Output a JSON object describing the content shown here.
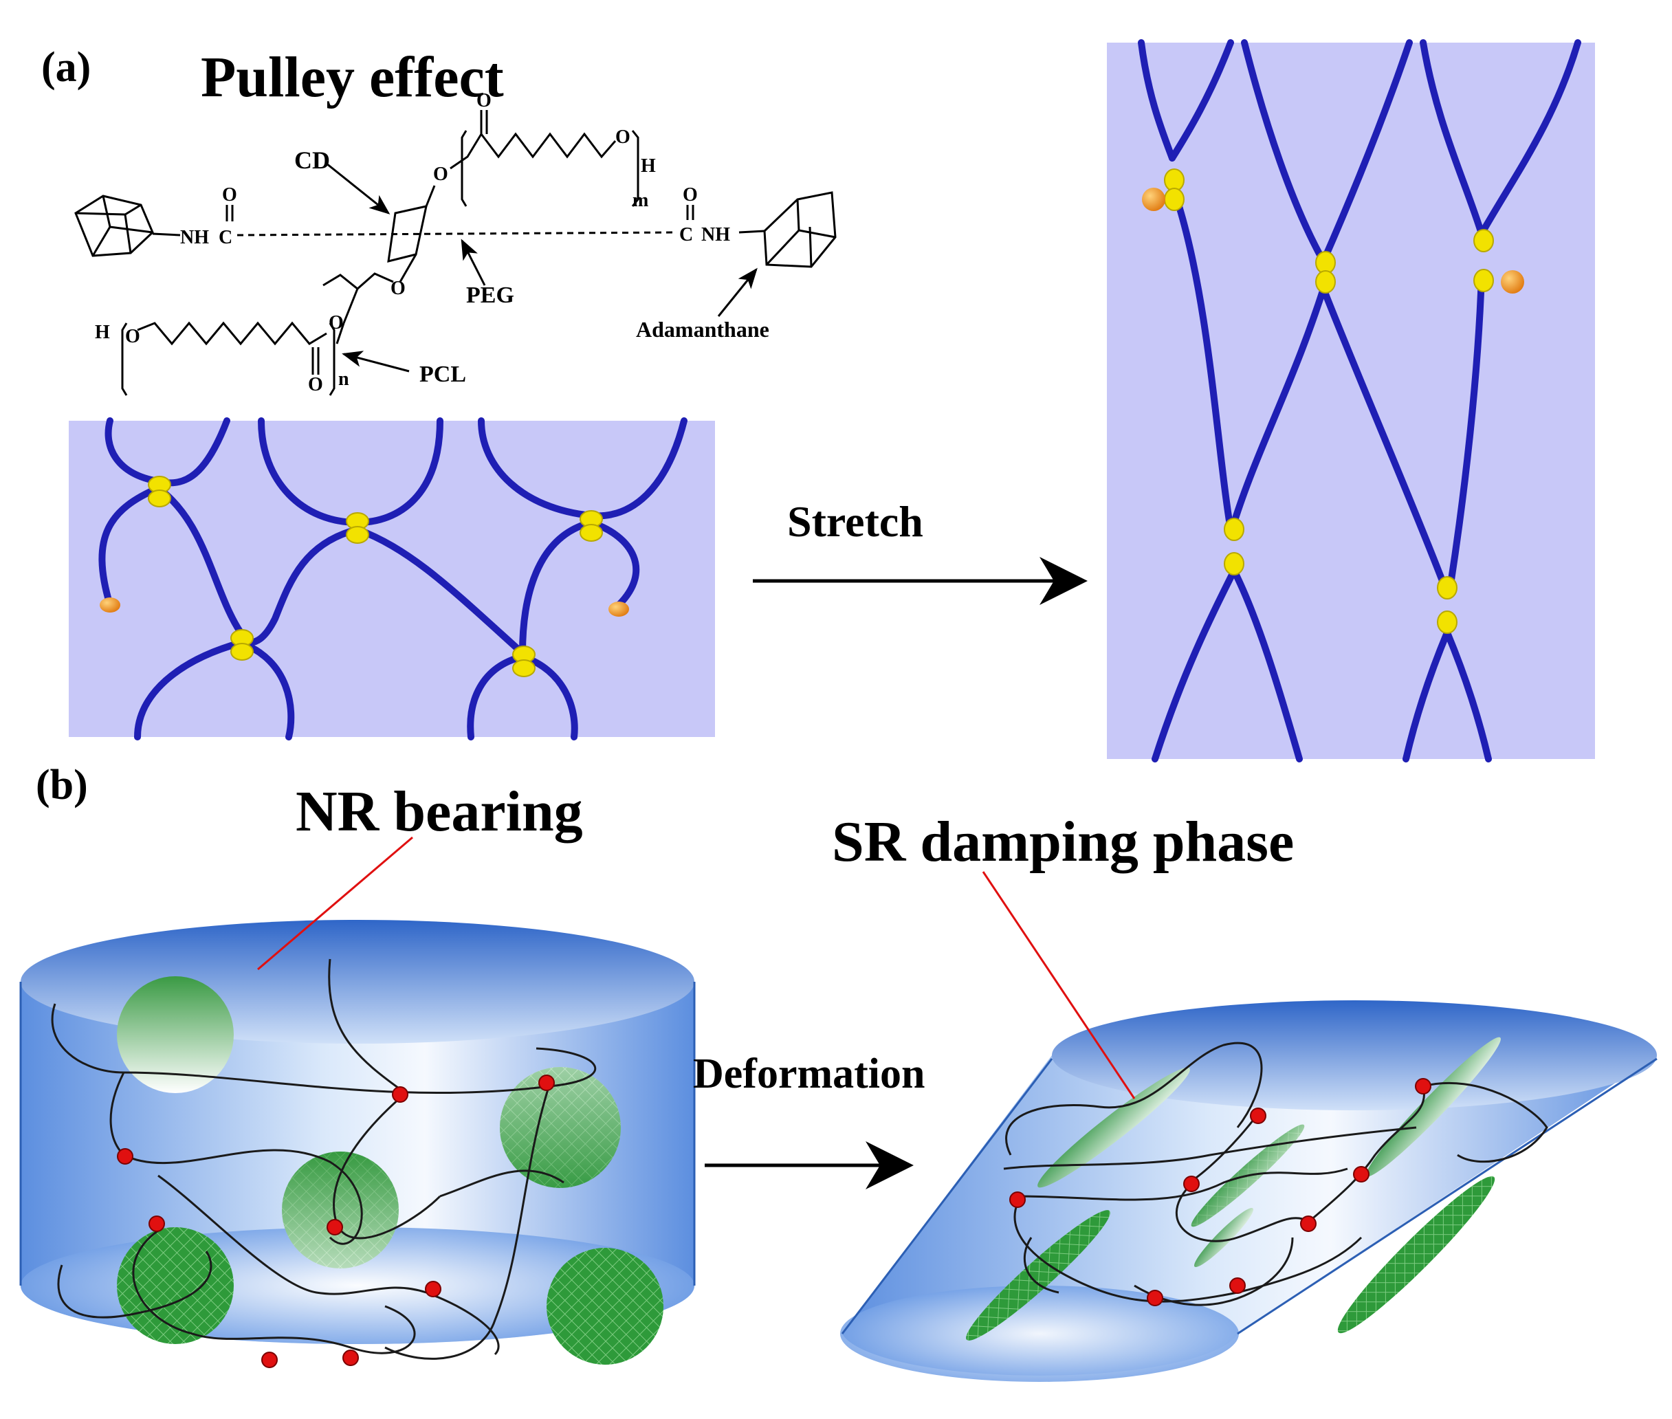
{
  "panel_a": {
    "label": "(a)",
    "title": "Pulley effect",
    "chem_labels": {
      "cd": "CD",
      "peg": "PEG",
      "pcl": "PCL",
      "adamanthane": "Adamanthane",
      "nh_left": "NH",
      "c_left": "C",
      "c_right": "C",
      "nh_right": "NH",
      "o": "O",
      "h": "H",
      "m": "m",
      "n": "n"
    },
    "arrow_label": "Stretch"
  },
  "panel_b": {
    "label": "(b)",
    "nr_label": "NR bearing",
    "sr_label": "SR damping phase",
    "arrow_label": "Deformation"
  },
  "colors": {
    "panel_background": "#c8c8f8",
    "chain": "#1f1fb4",
    "cyclodextrin_ring": "#f2e200",
    "stopper": "#f09020",
    "cylinder": "#5a90e0",
    "damping_phase": "#2e9a3a",
    "crosslink": "#e01010",
    "pointer_line": "#e01010"
  }
}
